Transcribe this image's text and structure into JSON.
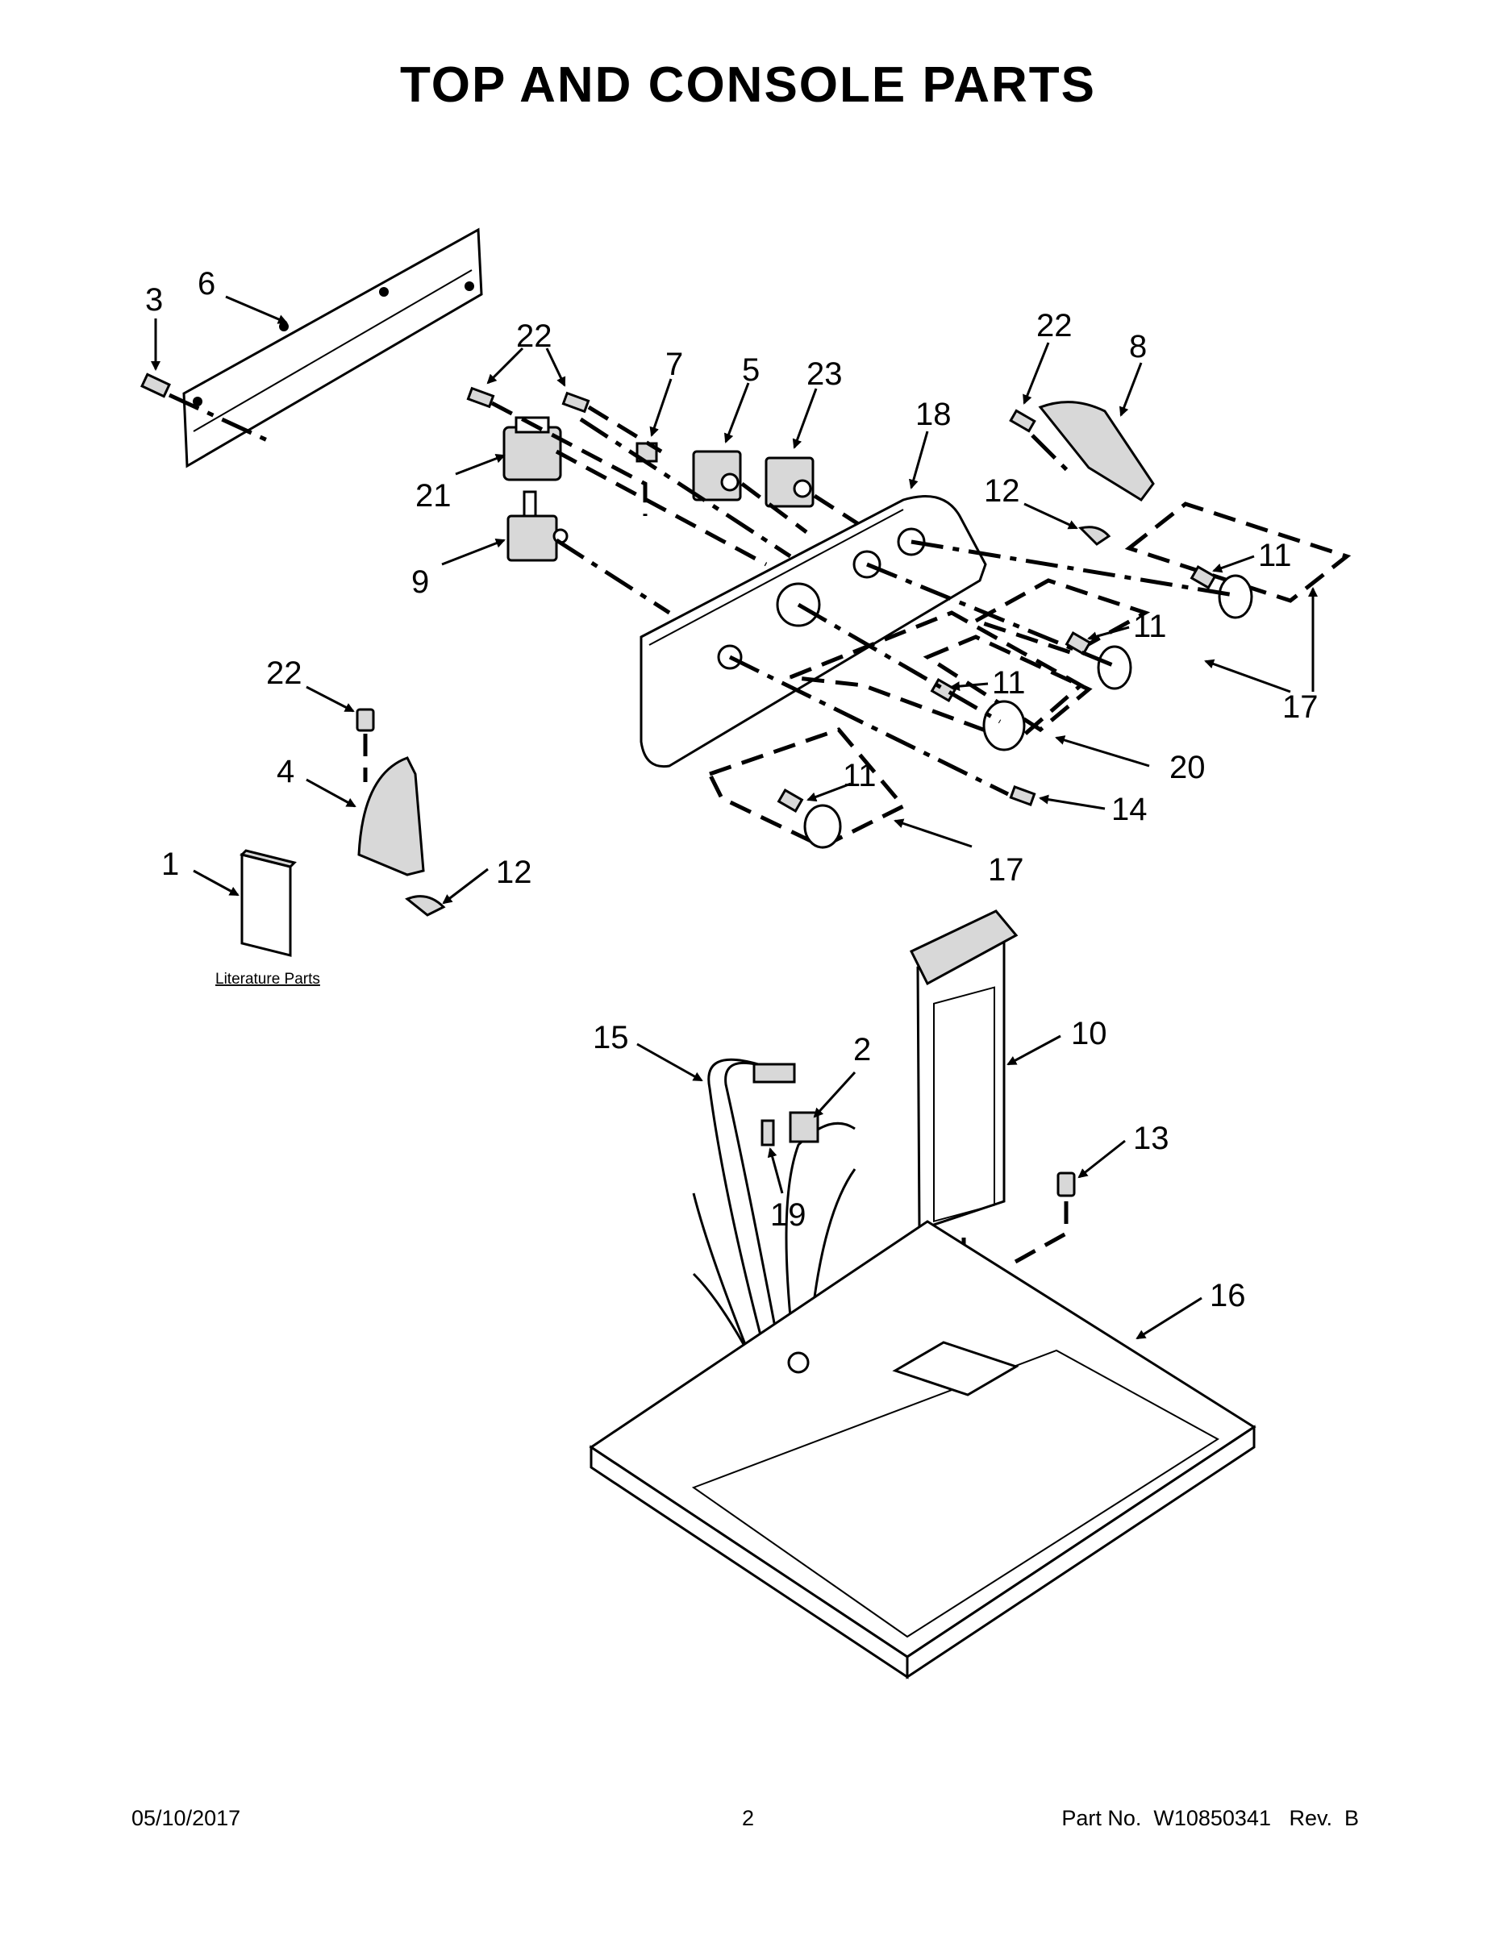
{
  "title": "TOP AND CONSOLE PARTS",
  "callouts": [
    "3",
    "6",
    "22",
    "7",
    "5",
    "23",
    "18",
    "22",
    "8",
    "12",
    "11",
    "11",
    "11",
    "17",
    "21",
    "9",
    "20",
    "17",
    "11",
    "14",
    "22",
    "4",
    "1",
    "12",
    "15",
    "2",
    "10",
    "13",
    "19",
    "16"
  ],
  "literature_label": "Literature Parts",
  "footer": {
    "date": "05/10/2017",
    "page": "2",
    "part_no": "Part No.  W10850341   Rev.  B"
  }
}
